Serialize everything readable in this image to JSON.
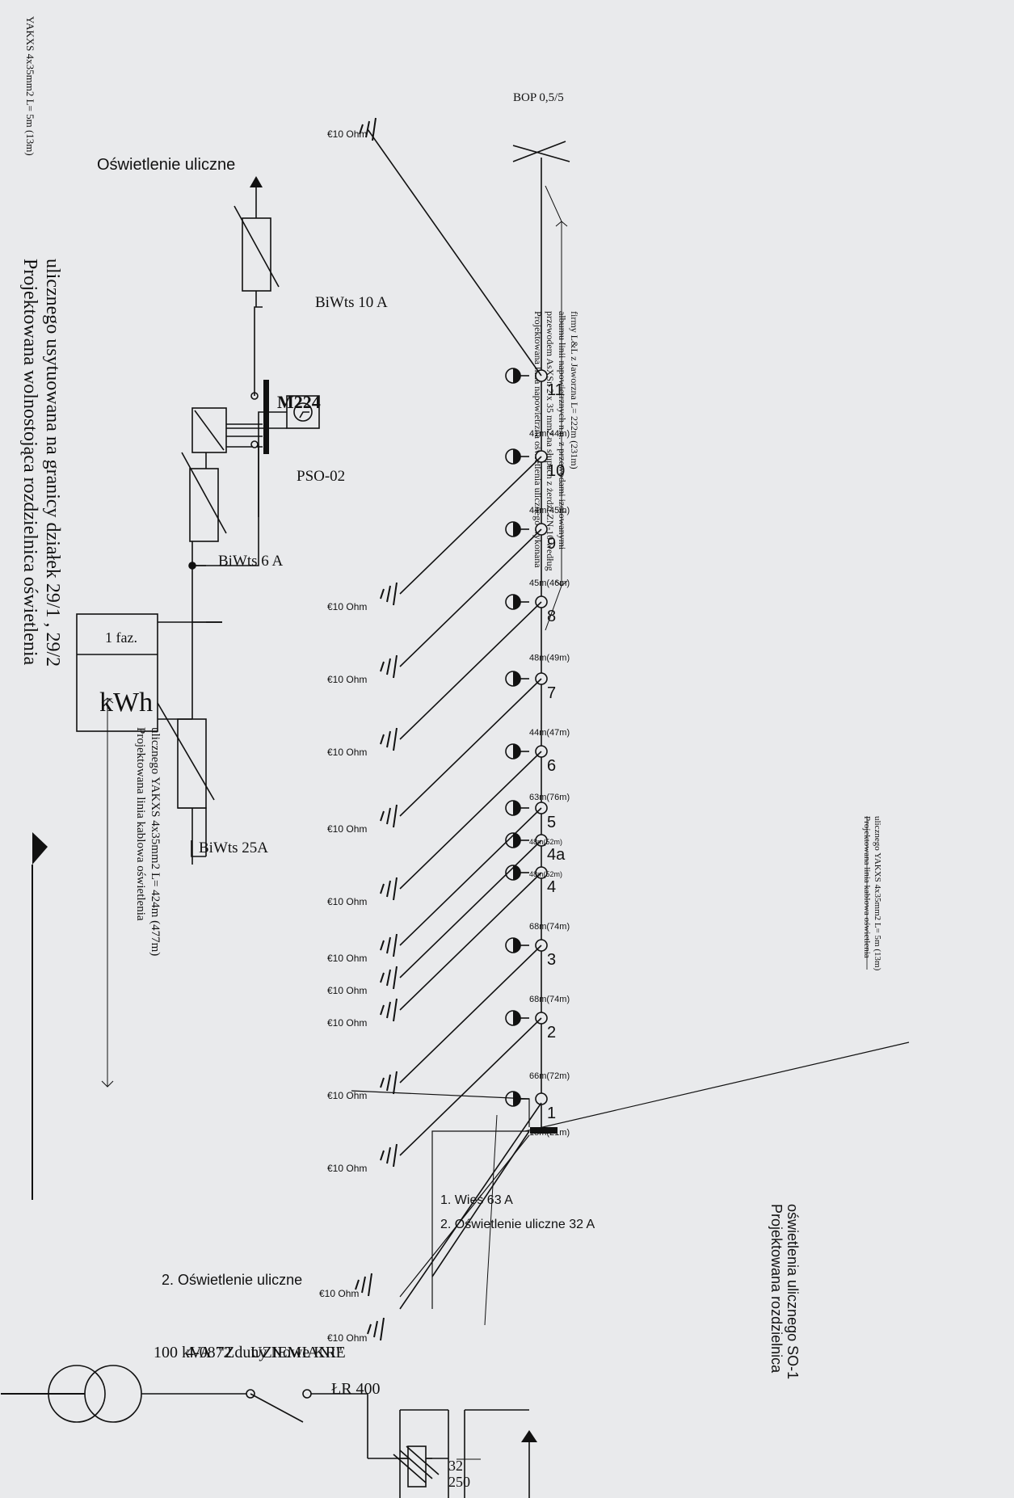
{
  "title": {
    "line1": "Projektowana wolnostojąca rozdzielnica oświetlenia",
    "line2": "ulicznego usytuowana na granicy działek 29/1 , 29/2"
  },
  "supply_cable": "YAKXS 4x35mm2  L= 5m (13m)",
  "street_lighting_out": "Oświetlenie uliczne",
  "breakers": {
    "main": "BiWts 25A",
    "circuit": "BiWts 6 A",
    "out": "BiWts 10 A"
  },
  "meter": {
    "phase": "1 faz.",
    "unit": "kWh"
  },
  "pso": "PSO-02",
  "contactor": "M224",
  "transformer": {
    "power": "100 kVA",
    "code": "4-0872",
    "station": "\"Zduny Nowe KR\"",
    "grounding": "UZIEMIANIE"
  },
  "switch_label": "ŁR 400",
  "fuse": {
    "top": "32",
    "bottom": "250"
  },
  "outputs": {
    "o1": "1. Wieś 63 A",
    "o2": "2. Oświetlenie uliczne 32 A",
    "bottom": "2. Oświetlenie uliczne"
  },
  "cable_note": {
    "l1": "Projektowana linia kablowa oświetlenia",
    "l2": "ulicznego  YAKXS 4x35mm2  L= 424m (477m)"
  },
  "overhead_note": {
    "l1": "Projektowana linia napowietrzna oświetlenia ulicznego wykonana",
    "l2": "przewodem AsXSn 2 x 35 mm2 na słupach z żerdzi ZN-10 według",
    "l3": "albumu linii napowietrznych n.n. z przewodami izolowanymi",
    "l4": "firmy L&L z Jaworzna  L= 222m (231m)"
  },
  "small_cable_note": {
    "l1": "Projektowana linia kablowa oświetlenia",
    "l2": "ulicznego  YAKXS 4x35mm2  L= 5m (13m)"
  },
  "so1": {
    "l1": "Projektowana rozdzielnica",
    "l2": "oświetlenia ulicznego SO-1"
  },
  "bop": "BOP 0,5/5",
  "ground_label": "10 Ohm",
  "poles": [
    "1",
    "2",
    "3",
    "4",
    "4a",
    "5",
    "6",
    "7",
    "8",
    "9",
    "10",
    "11"
  ],
  "spans": [
    "15m(21m)",
    "66m(72m)",
    "68m(74m)",
    "68m(74m)",
    "48m(52m)",
    "48m(52m)",
    "63m(76m)",
    "44m(47m)",
    "48m(49m)",
    "45m(46m)",
    "44m(45m)",
    "41m(44m)"
  ]
}
